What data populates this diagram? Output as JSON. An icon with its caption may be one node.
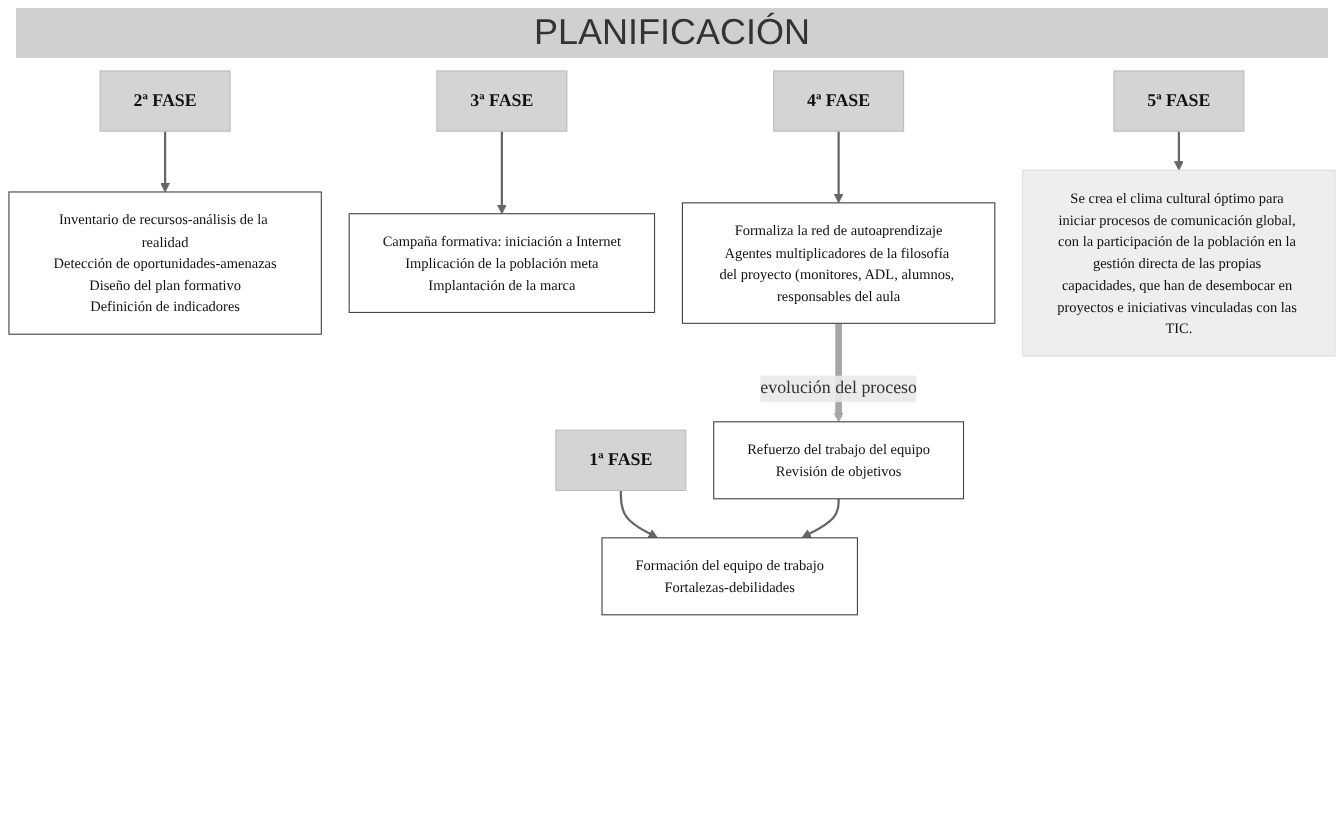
{
  "diagram": {
    "title": "PLANIFICACIÓN",
    "nodes": [
      {
        "text": [
          "1ª FASE"
        ]
      },
      {
        "text": [
          "Formación del equipo de trabajo",
          "Fortalezas-debilidades"
        ]
      },
      {
        "text": [
          "2ª FASE"
        ]
      },
      {
        "text": [
          "Inventario de recursos-análisis de la realidad",
          "Detección de oportunidades-amenazas",
          "Diseño del plan formativo",
          "Definición de indicadores"
        ]
      },
      {
        "text": [
          "3ª FASE"
        ]
      },
      {
        "text": [
          "Campaña formativa: iniciación a Internet",
          "Implicación de la población meta",
          "Implantación de la marca"
        ]
      },
      {
        "text": [
          "4ª FASE"
        ]
      },
      {
        "text": [
          "Formaliza la red de autoaprendizaje",
          "Agentes multiplicadores de la filosofía del proyecto (monitores, ADL, alumnos, responsables del aula"
        ]
      },
      {
        "text": [
          "Refuerzo del trabajo del equipo",
          "Revisión de objetivos"
        ]
      },
      {
        "text": [
          "5ª FASE"
        ]
      },
      {
        "text": [
          "Se crea el clima cultural óptimo para iniciar procesos de comunicación global, con la participación de la población en la gestión directa de las propias capacidades, que han de desembocar en proyectos e iniciativas vinculadas con las TIC."
        ]
      }
    ],
    "edges": [
      {
        "from": 0,
        "to": 1,
        "arrow": "to"
      },
      {
        "from": 2,
        "to": 3,
        "arrow": "to"
      },
      {
        "from": 4,
        "to": 5,
        "arrow": "to"
      },
      {
        "from": 6,
        "to": 7,
        "arrow": "to"
      },
      {
        "from": 7,
        "to": 8,
        "arrow": "to",
        "label": "evolución del proceso",
        "style": "thick",
        "color": "#a6a6a6"
      },
      {
        "from": 8,
        "to": 1,
        "arrow": "to"
      },
      {
        "from": 9,
        "to": 10,
        "arrow": "to"
      }
    ]
  }
}
